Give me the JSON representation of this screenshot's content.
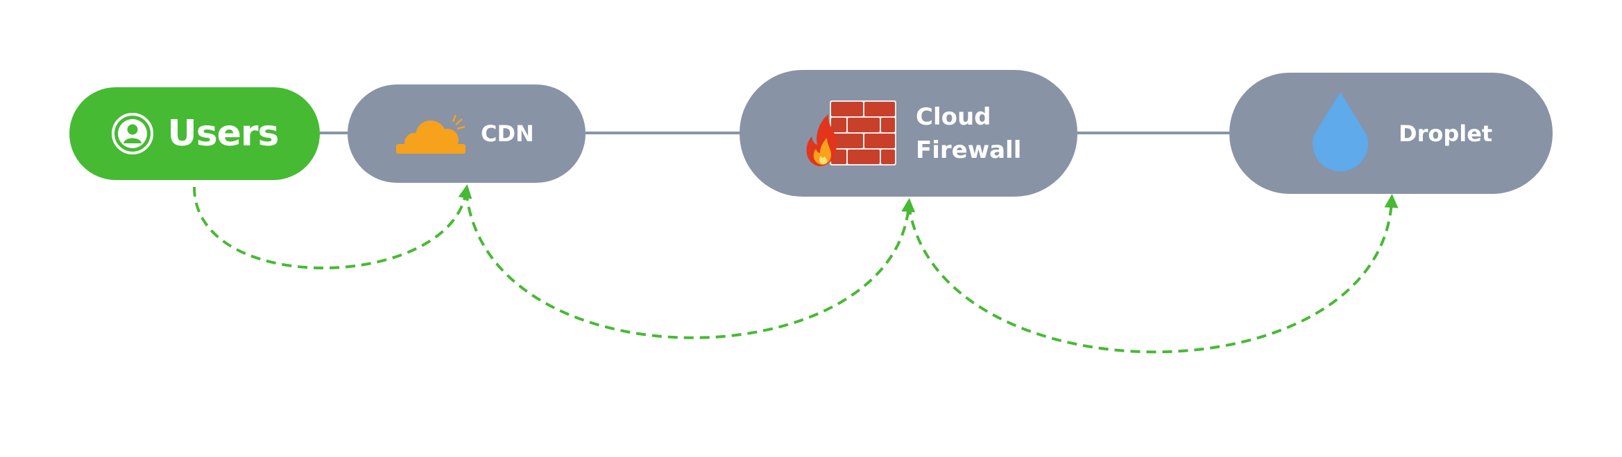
{
  "diagram": {
    "nodes": [
      {
        "id": "users",
        "label": "Users",
        "icon": "user-circle-icon",
        "color": "#46ba33"
      },
      {
        "id": "cdn",
        "label": "CDN",
        "icon": "cloudflare-cloud-icon",
        "color": "#8893a6"
      },
      {
        "id": "firewall",
        "label_line1": "Cloud",
        "label_line2": "Firewall",
        "icon": "flaming-brick-wall-icon",
        "color": "#8893a6"
      },
      {
        "id": "droplet",
        "label": "Droplet",
        "icon": "water-drop-icon",
        "color": "#8893a6"
      }
    ],
    "connections": [
      {
        "from": "users",
        "to": "cdn",
        "style": "solid"
      },
      {
        "from": "cdn",
        "to": "firewall",
        "style": "solid"
      },
      {
        "from": "firewall",
        "to": "droplet",
        "style": "solid"
      }
    ],
    "flows": [
      {
        "from": "users",
        "to": "cdn",
        "style": "dashed",
        "color": "#46ba33"
      },
      {
        "from": "cdn",
        "to": "firewall",
        "style": "dashed",
        "color": "#46ba33"
      },
      {
        "from": "firewall",
        "to": "droplet",
        "style": "dashed",
        "color": "#46ba33"
      }
    ],
    "colors": {
      "accent": "#46ba33",
      "node": "#8893a6",
      "line": "#8893a6",
      "cloud": "#f6a21c",
      "drop": "#5eaaea",
      "brick": "#c8402a"
    }
  }
}
